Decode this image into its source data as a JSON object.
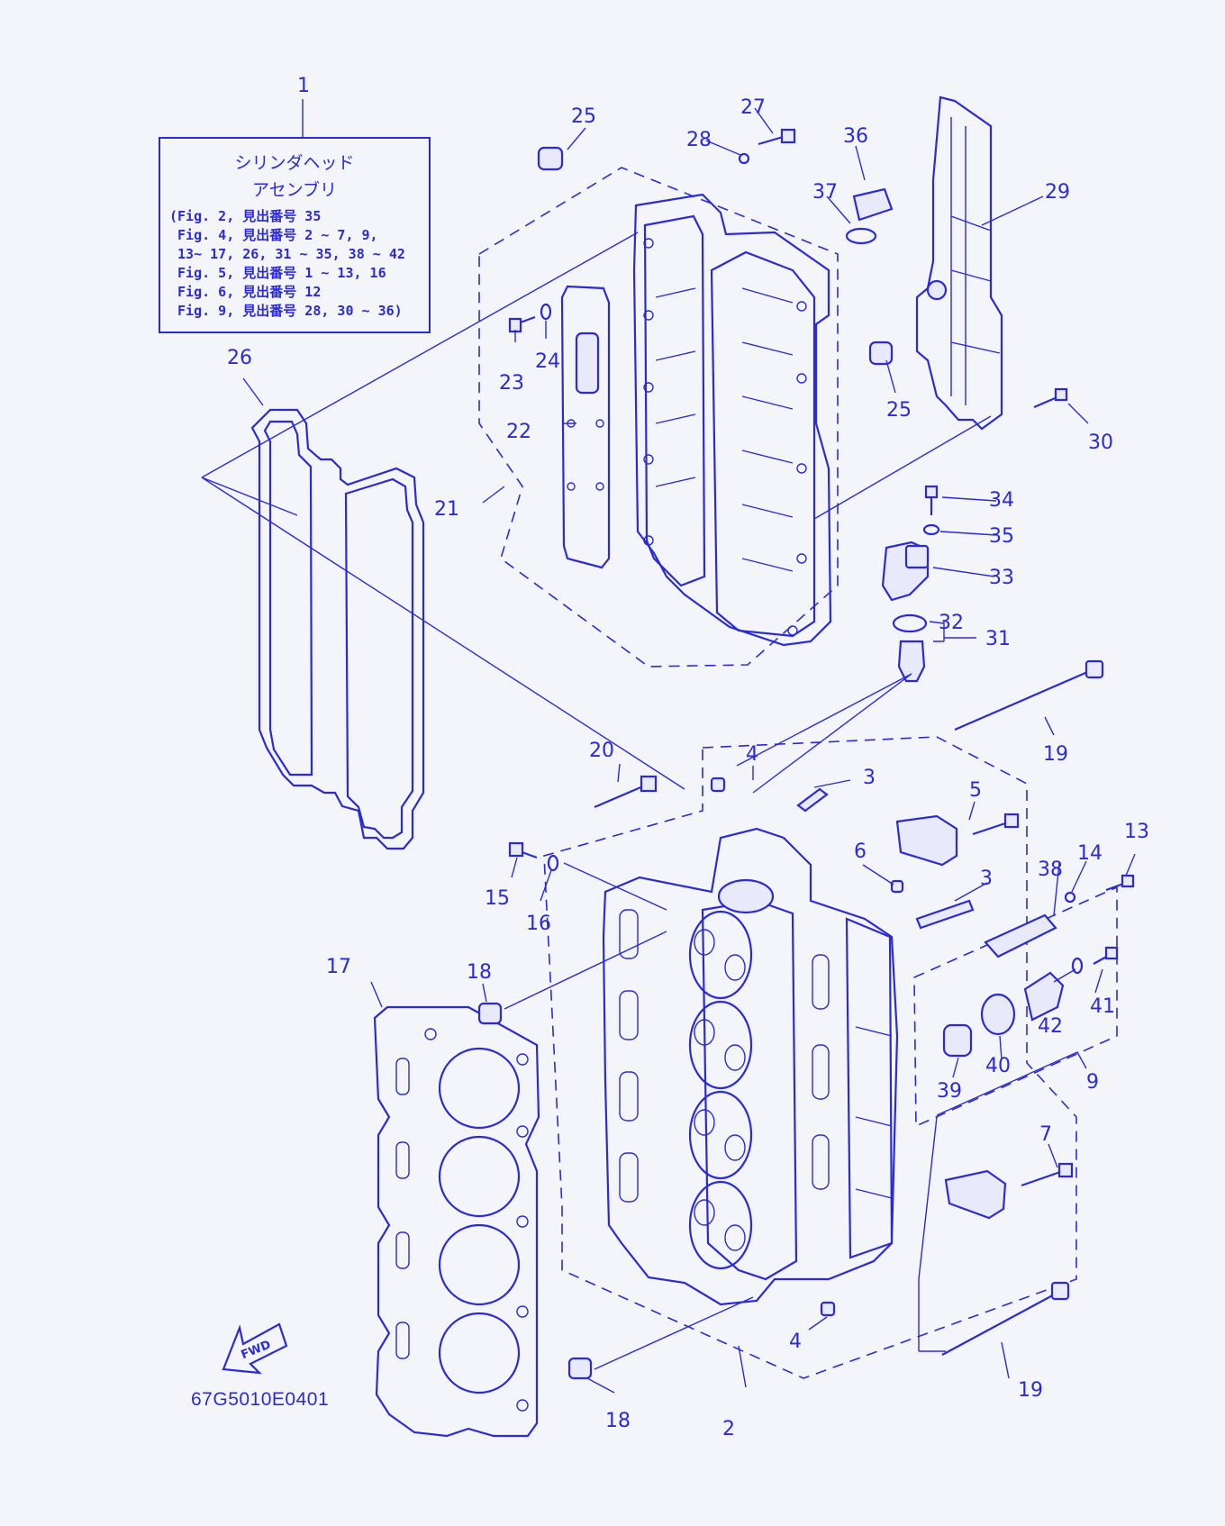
{
  "assembly_box": {
    "title_line1": "シリンダヘッド",
    "title_line2": "アセンブリ",
    "references": [
      "(Fig. 2, 見出番号 35",
      " Fig. 4, 見出番号 2 ~ 7, 9,",
      " 13~ 17, 26, 31 ~ 35, 38 ~ 42",
      " Fig. 5, 見出番号 1 ~ 13, 16",
      " Fig. 6, 見出番号 12",
      " Fig. 9, 見出番号 28, 30 ~ 36)"
    ]
  },
  "diagram_code": "67G5010E0401",
  "fwd_label": "FWD",
  "callouts": [
    "1",
    "2",
    "3",
    "3",
    "4",
    "4",
    "5",
    "6",
    "7",
    "9",
    "13",
    "14",
    "15",
    "16",
    "17",
    "18",
    "18",
    "19",
    "19",
    "20",
    "21",
    "22",
    "23",
    "24",
    "25",
    "25",
    "26",
    "27",
    "28",
    "29",
    "30",
    "31",
    "32",
    "33",
    "34",
    "35",
    "36",
    "37",
    "38",
    "39",
    "40",
    "41",
    "42"
  ],
  "colors": {
    "line": "#2b2bd6",
    "background": "#f4f5fb"
  }
}
